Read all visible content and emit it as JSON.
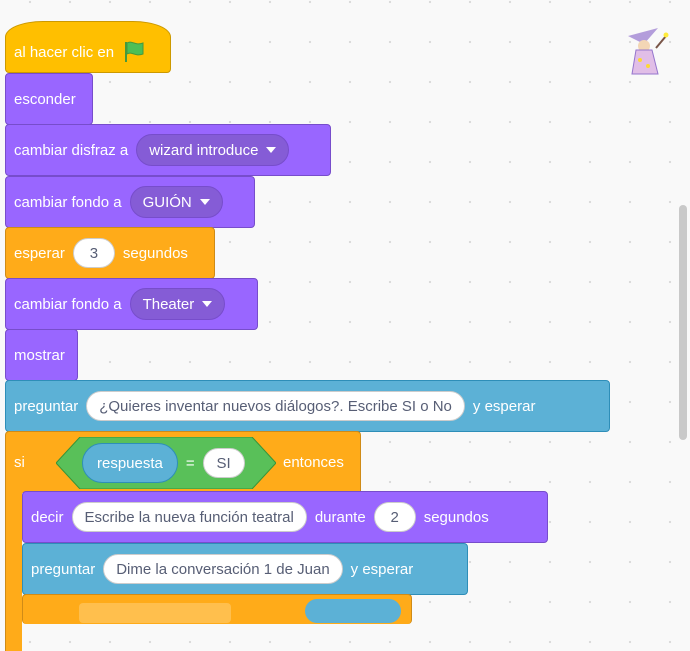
{
  "script": {
    "hat": {
      "label": "al hacer clic en",
      "icon": "green-flag-icon"
    },
    "hide": {
      "label": "esconder"
    },
    "switch_costume": {
      "label": "cambiar disfraz a",
      "value": "wizard introduce"
    },
    "switch_backdrop_1": {
      "label": "cambiar fondo a",
      "value": "GUIÓN"
    },
    "wait": {
      "label": "esperar",
      "value": "3",
      "suffix": "segundos"
    },
    "switch_backdrop_2": {
      "label": "cambiar fondo a",
      "value": "Theater"
    },
    "show": {
      "label": "mostrar"
    },
    "ask_1": {
      "label": "preguntar",
      "value": "¿Quieres inventar nuevos diálogos?. Escribe SI o No",
      "suffix": "y esperar"
    },
    "if_block": {
      "label": "si",
      "then": "entonces",
      "condition": {
        "left": "respuesta",
        "op": "=",
        "right": "SI"
      }
    },
    "say": {
      "label": "decir",
      "value": "Escribe la nueva función teatral",
      "middle": "durante",
      "seconds": "2",
      "suffix": "segundos"
    },
    "ask_2": {
      "label": "preguntar",
      "value": "Dime la conversación 1 de Juan",
      "suffix": "y esperar"
    }
  },
  "sprite_thumbnail": {
    "icon": "wizard-sprite-icon"
  },
  "colors": {
    "looks": "#9966ff",
    "events": "#ffbf00",
    "control": "#ffab19",
    "sensing": "#5cb1d6",
    "operators": "#59c059"
  }
}
